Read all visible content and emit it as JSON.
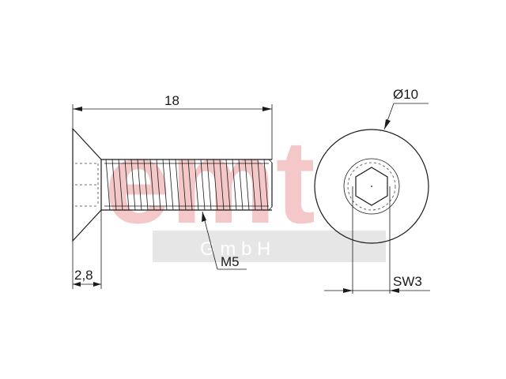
{
  "drawing": {
    "dimensions": {
      "overall_length": "18",
      "head_height": "2,8",
      "thread": "M5",
      "head_diameter": "Ø10",
      "socket_size": "SW3"
    },
    "watermark": {
      "logo": "emt",
      "company": "G m b H"
    },
    "colors": {
      "line": "#1a1a1a",
      "watermark_logo": "#f4c8c8",
      "watermark_band": "#e6e6e6"
    }
  }
}
